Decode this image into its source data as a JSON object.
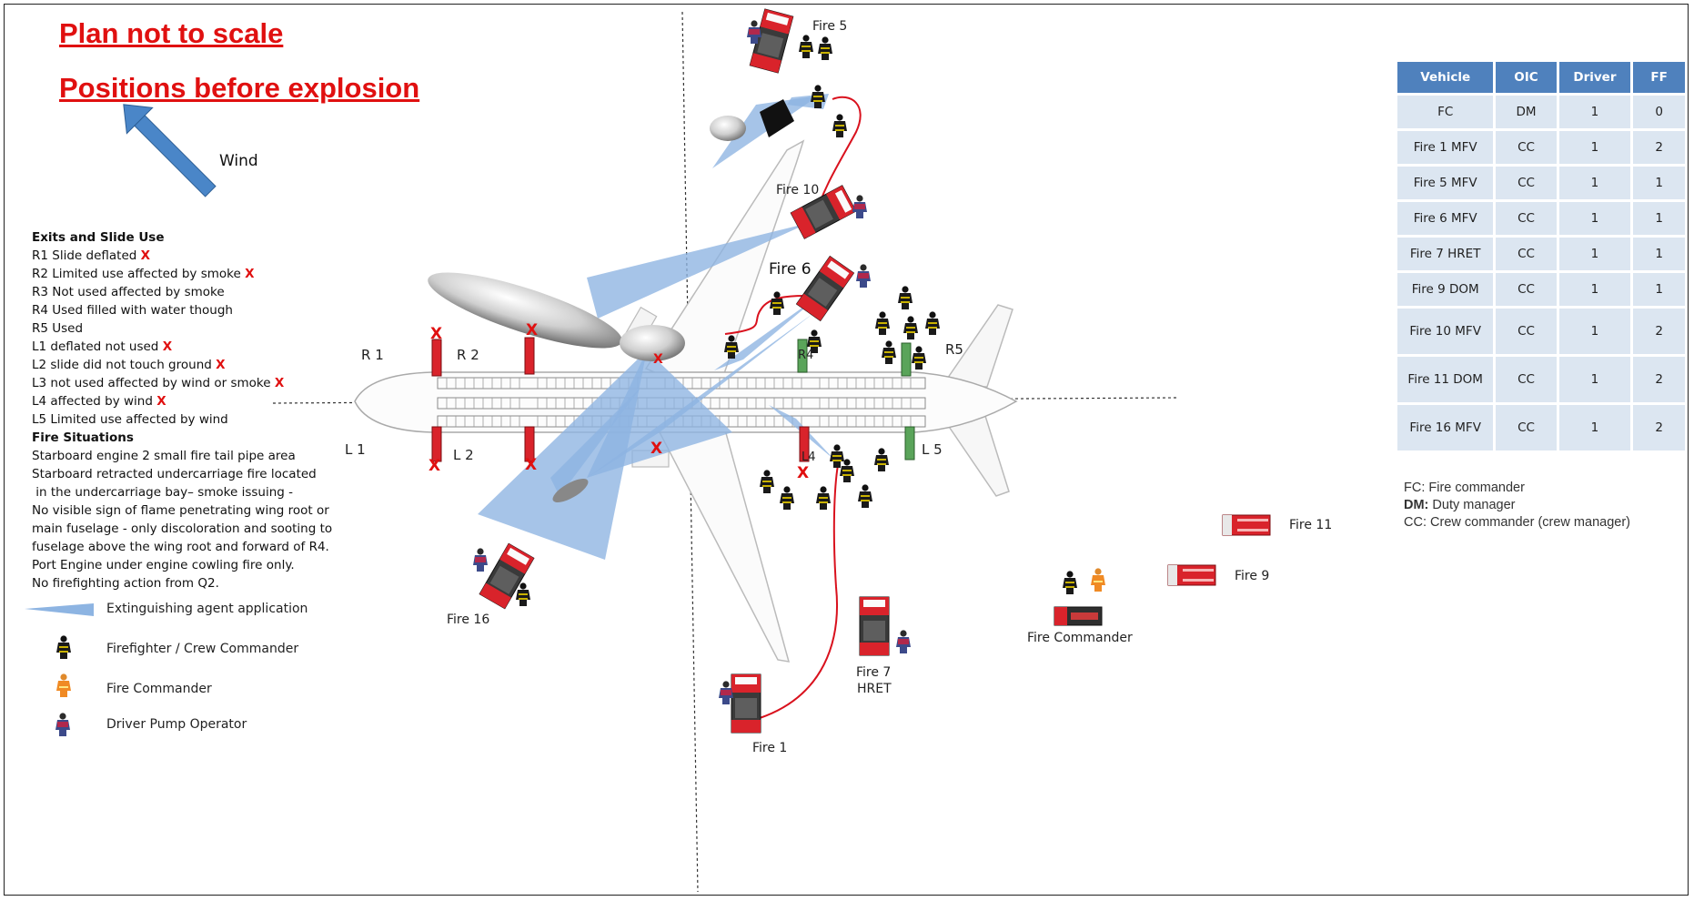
{
  "titles": {
    "line1": "Plan not to scale",
    "line2": "Positions before explosion"
  },
  "wind_label": "Wind",
  "exits": {
    "heading": "Exits and Slide Use",
    "items": [
      {
        "text": "R1 Slide deflated",
        "mark": "X"
      },
      {
        "text": "R2 Limited use affected by smoke",
        "mark": "X"
      },
      {
        "text": "R3 Not used affected by  smoke",
        "mark": ""
      },
      {
        "text": "R4 Used filled with water though",
        "mark": ""
      },
      {
        "text": "R5 Used",
        "mark": ""
      },
      {
        "text": "L1 deflated not used",
        "mark": "X"
      },
      {
        "text": "L2 slide did not touch ground",
        "mark": "X"
      },
      {
        "text": "L3 not used affected by wind or smoke",
        "mark": "X"
      },
      {
        "text": "L4 affected by wind",
        "mark": "X"
      },
      {
        "text": "L5 Limited use affected by wind",
        "mark": ""
      }
    ]
  },
  "fire_situations": {
    "heading": "Fire Situations",
    "lines": [
      "Starboard engine 2 small fire tail pipe area",
      "Starboard retracted undercarriage fire  located",
      " in the undercarriage bay– smoke issuing -",
      "No visible sign of flame penetrating wing root or",
      "main fuselage  - only discoloration and sooting to",
      "fuselage above the wing root and forward of R4.",
      "Port Engine under engine cowling fire only.",
      "No firefighting  action from Q2."
    ]
  },
  "legend": {
    "agent": "Extinguishing agent application",
    "firefighter": "Firefighter / Crew Commander",
    "commander": "Fire Commander",
    "driver": "Driver Pump Operator"
  },
  "vehicle_table": {
    "headers": [
      "Vehicle",
      "OIC",
      "Driver",
      "FF"
    ],
    "rows": [
      [
        "FC",
        "DM",
        "1",
        "0"
      ],
      [
        "Fire 1 MFV",
        "CC",
        "1",
        "2"
      ],
      [
        "Fire 5 MFV",
        "CC",
        "1",
        "1"
      ],
      [
        "Fire 6 MFV",
        "CC",
        "1",
        "1"
      ],
      [
        "Fire 7 HRET",
        "CC",
        "1",
        "1"
      ],
      [
        "Fire 9 DOM",
        "CC",
        "1",
        "1"
      ],
      [
        "Fire 10 MFV",
        "CC",
        "1",
        "2"
      ],
      [
        "Fire 11 DOM",
        "CC",
        "1",
        "2"
      ],
      [
        "Fire 16 MFV",
        "CC",
        "1",
        "2"
      ]
    ]
  },
  "abbreviations": [
    {
      "key": "FC:",
      "text": " Fire commander"
    },
    {
      "key": "DM:",
      "text": " Duty manager"
    },
    {
      "key": "CC:",
      "text": " Crew commander (crew manager)"
    }
  ],
  "exit_labels": {
    "R1": "R 1",
    "R2": "R 2",
    "R4": "R4",
    "R5": "R5",
    "L1": "L 1",
    "L2": "L 2",
    "L4": "L4",
    "L5": "L 5"
  },
  "map_marks": "X",
  "vehicles": {
    "fire1": "Fire 1",
    "fire5": "Fire 5",
    "fire6": "Fire 6",
    "fire7a": "Fire 7",
    "fire7b": "HRET",
    "fire9": "Fire 9",
    "fire10": "Fire 10",
    "fire11": "Fire 11",
    "fire16": "Fire 16",
    "commander": "Fire Commander"
  },
  "colors": {
    "title_red": "#e01010",
    "spray_blue": "#8db4e2",
    "table_header": "#4f81bd",
    "table_cell": "#dce6f1",
    "slide_red": "#d9232b",
    "slide_green": "#5aa45a"
  }
}
